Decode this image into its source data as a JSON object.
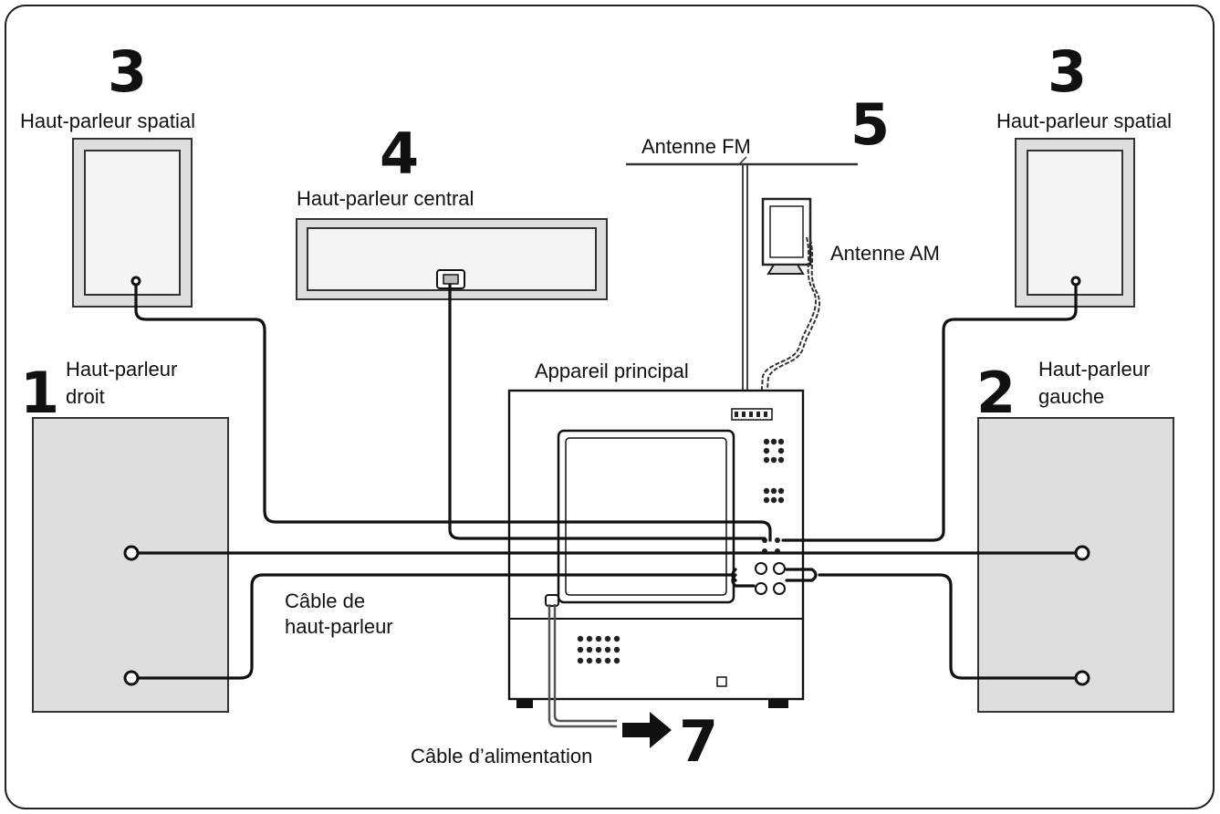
{
  "labels": {
    "surround_left": "Haut-parleur spatial",
    "surround_right": "Haut-parleur spatial",
    "center": "Haut-parleur central",
    "fm_antenna": "Antenne FM",
    "am_antenna": "Antenne AM",
    "right_speaker_line1": "Haut-parleur",
    "right_speaker_line2": "droit",
    "left_speaker_line1": "Haut-parleur",
    "left_speaker_line2": "gauche",
    "main_unit": "Appareil principal",
    "speaker_cable_line1": "Câble de",
    "speaker_cable_line2": "haut-parleur",
    "power_cable": "Câble d’alimentation"
  },
  "steps": {
    "surround_left": "3",
    "surround_right": "3",
    "center": "4",
    "antenna": "5",
    "right_speaker": "1",
    "left_speaker": "2",
    "power": "7"
  },
  "colors": {
    "speaker_fill": "#dedede",
    "line": "#111111",
    "background": "#ffffff"
  }
}
